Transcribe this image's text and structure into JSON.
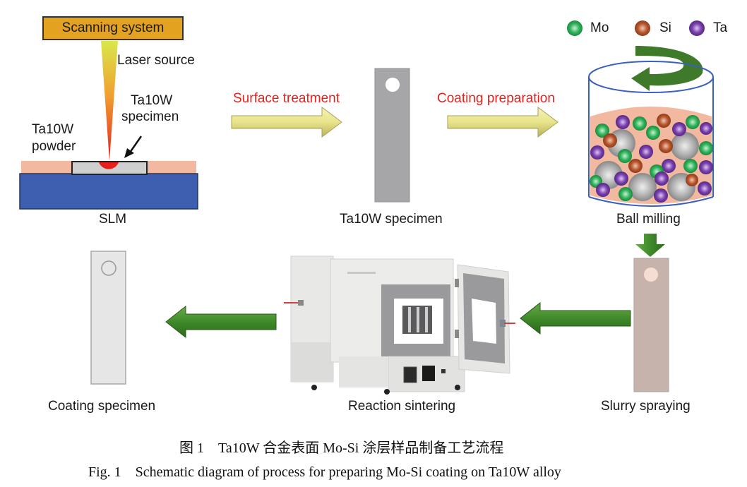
{
  "figure": {
    "caption_cn": "图 1　Ta10W 合金表面 Mo-Si 涂层样品制备工艺流程",
    "caption_en": "Fig. 1　Schematic diagram of process for preparing Mo-Si coating on Ta10W alloy"
  },
  "slm": {
    "scanning_system": "Scanning system",
    "laser_source": "Laser source",
    "specimen_label_1": "Ta10W",
    "specimen_label_2": "specimen",
    "powder_label_1": "Ta10W",
    "powder_label_2": "powder",
    "stage_label": "SLM"
  },
  "steps": {
    "surface_treatment": "Surface treatment",
    "coating_preparation": "Coating preparation",
    "ta10w_specimen": "Ta10W specimen",
    "ball_milling": "Ball milling",
    "slurry_spraying": "Slurry spraying",
    "reaction_sintering": "Reaction sintering",
    "coating_specimen": "Coating specimen"
  },
  "legend": [
    {
      "label": "Mo",
      "color": "#2fb35a"
    },
    {
      "label": "Si",
      "color": "#b8552c"
    },
    {
      "label": "Ta",
      "color": "#7a3fb0"
    }
  ],
  "colors": {
    "step_label_red": "#e8201c",
    "forward_arrow": "#e8e48a",
    "return_arrow": "#3f8a2a",
    "substrate_blue": "#3e5fb0",
    "powder_pink": "#f2b9a0",
    "scanning_box": "#e3a21f"
  }
}
